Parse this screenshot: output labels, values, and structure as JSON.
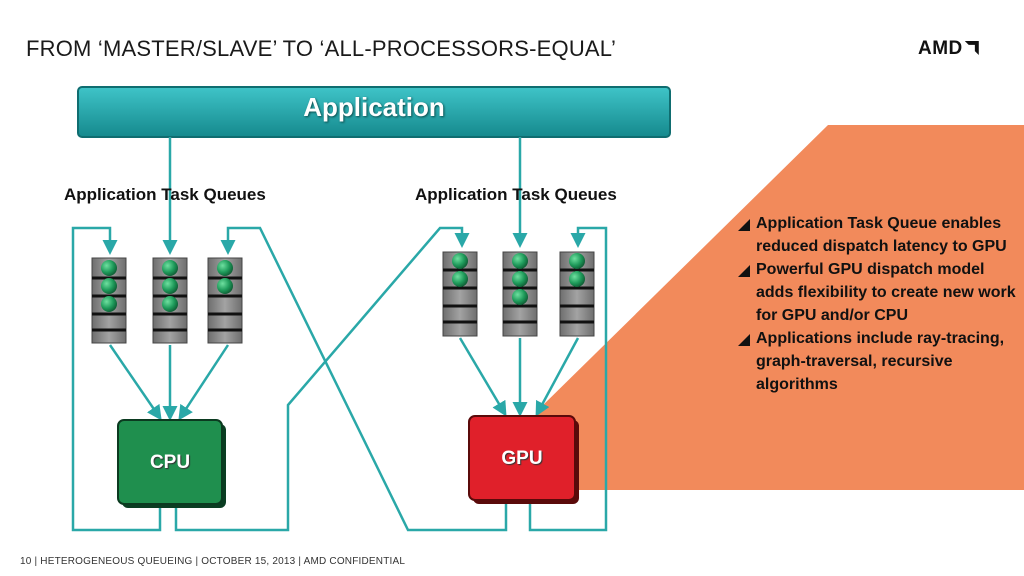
{
  "title": "FROM ‘MASTER/SLAVE’ TO ‘ALL-PROCESSORS-EQUAL’",
  "logo": "AMD",
  "diagram": {
    "application_label": "Application",
    "queue_groups": [
      {
        "label": "Application Task Queues"
      },
      {
        "label": "Application Task Queues"
      }
    ],
    "cpu_label": "CPU",
    "gpu_label": "GPU"
  },
  "bullets": [
    "Application Task Queue enables reduced dispatch latency to GPU",
    "Powerful GPU dispatch model adds flexibility to create new work for GPU and/or CPU",
    "Applications include ray-tracing, graph-traversal, recursive algorithms"
  ],
  "footer": "10  |  HETEROGENEOUS QUEUEING  |  OCTOBER 15, 2013  |  AMD CONFIDENTIAL",
  "colors": {
    "application_bar": "#1aa3a8",
    "cpu": "#1f8f4e",
    "gpu": "#e0202a",
    "callout": "#f28a5b",
    "connector": "#2aa8a8",
    "token": "#1e9a5a"
  }
}
